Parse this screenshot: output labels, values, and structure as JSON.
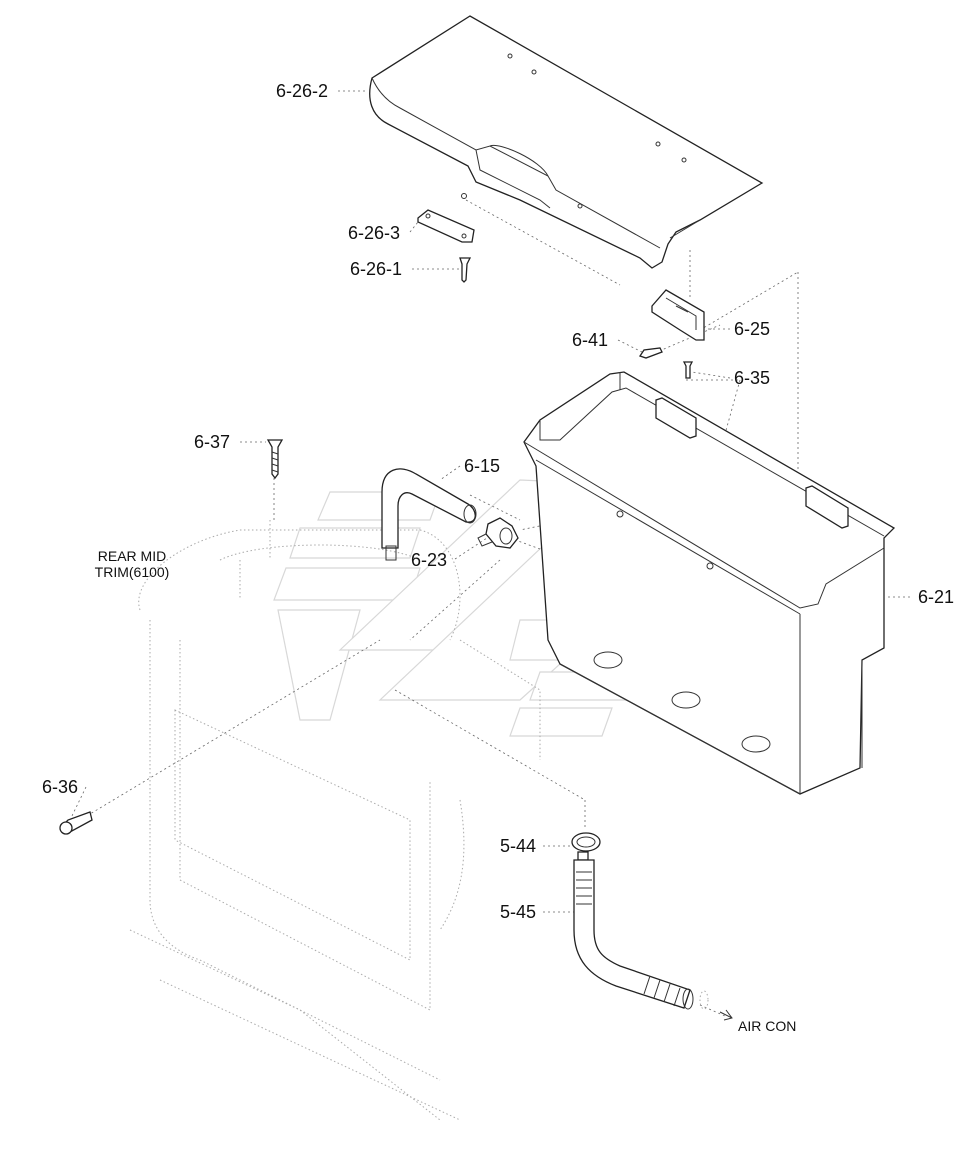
{
  "callouts": {
    "p_6_26_2": "6-26-2",
    "p_6_26_3": "6-26-3",
    "p_6_26_1": "6-26-1",
    "p_6_41": "6-41",
    "p_6_25": "6-25",
    "p_6_35": "6-35",
    "p_6_37": "6-37",
    "p_6_15": "6-15",
    "p_6_23": "6-23",
    "p_6_21": "6-21",
    "p_6_36": "6-36",
    "p_5_44": "5-44",
    "p_5_45": "5-45"
  },
  "notes": {
    "rear_mid_trim_line1": "REAR MID",
    "rear_mid_trim_line2": "TRIM(6100)",
    "air_con": "AIR CON"
  }
}
